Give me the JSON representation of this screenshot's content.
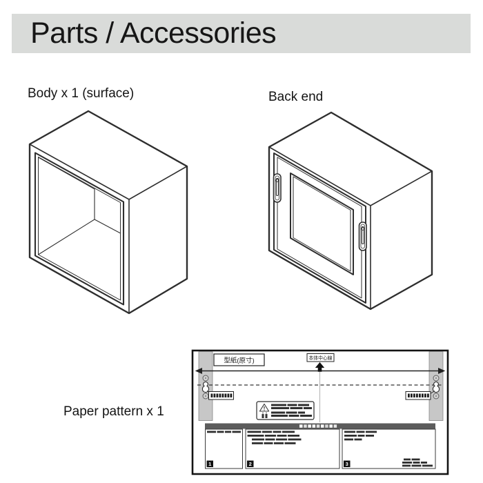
{
  "header": {
    "title": "Parts / Accessories"
  },
  "labels": {
    "body": "Body x 1 (surface)",
    "back_end": "Back end",
    "paper_pattern": "Paper pattern x 1"
  },
  "pattern": {
    "title_tag": "型紙(原寸)",
    "center_tag": "本体中心線",
    "panels": [
      "1",
      "2",
      "3"
    ]
  },
  "colors": {
    "header_bg": "#d9dbd9",
    "line": "#2e2e2e",
    "pattern_border": "#141414",
    "gray_bar": "#c7c7c7",
    "table_header": "#5c5c5c",
    "badge": "#111111",
    "redacted": "#2e2e2e"
  }
}
